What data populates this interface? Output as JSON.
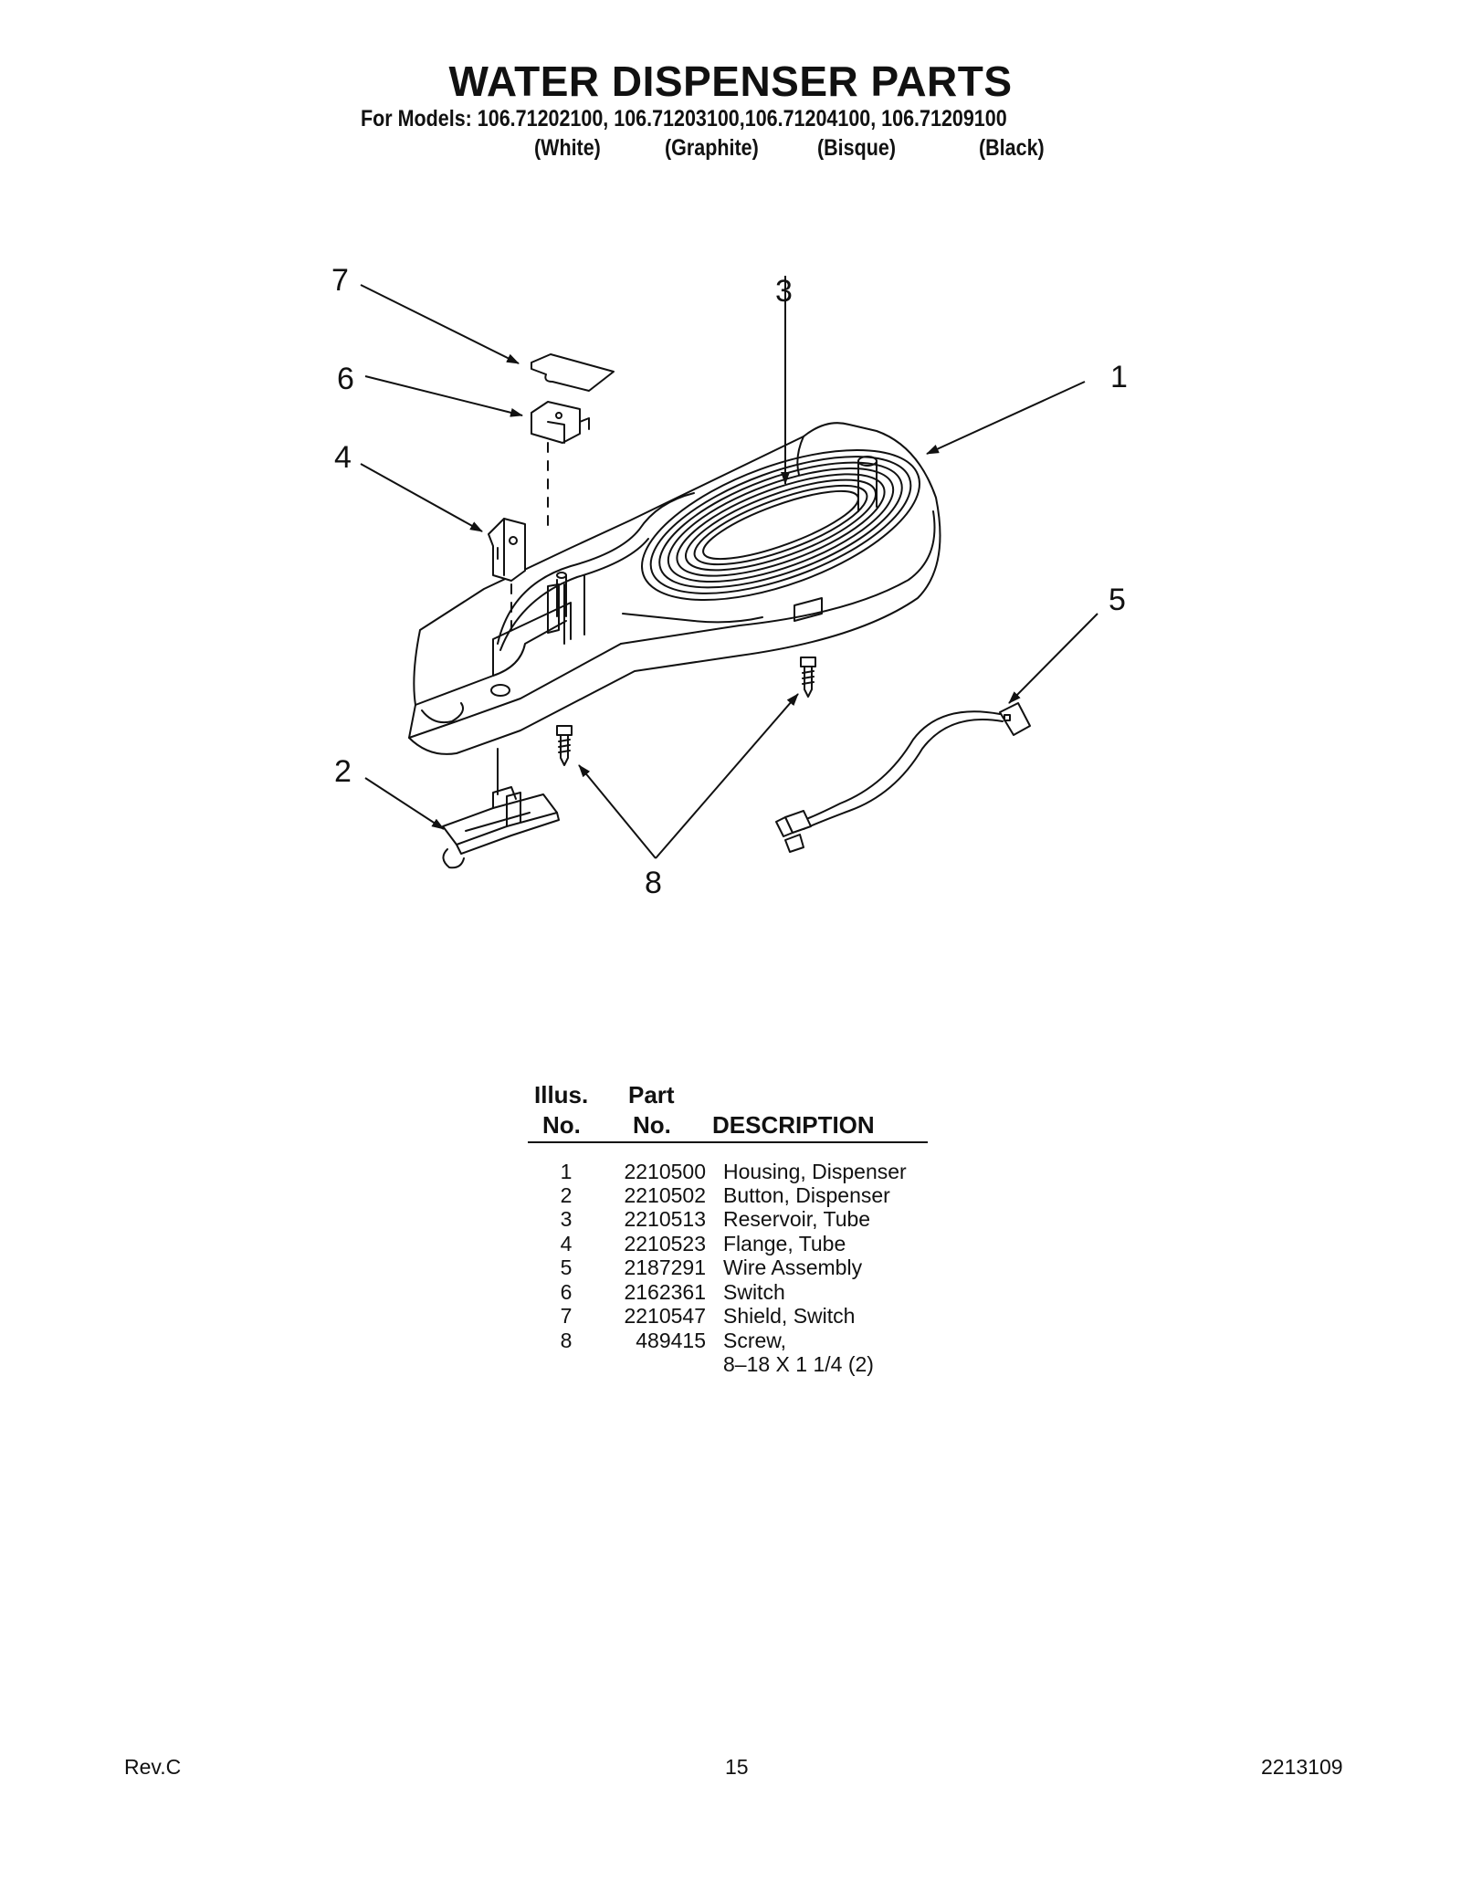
{
  "header": {
    "title": "WATER DISPENSER PARTS",
    "models_line": "For Models: 106.71202100, 106.71203100,106.71204100, 106.71209100",
    "colors": [
      "(White)",
      "(Graphite)",
      "(Bisque)",
      "(Black)"
    ]
  },
  "diagram": {
    "callouts": [
      "7",
      "3",
      "6",
      "1",
      "4",
      "5",
      "2",
      "8"
    ]
  },
  "parts_table": {
    "headers": {
      "illus_top": "Illus.",
      "illus_bottom": "No.",
      "part_top": "Part",
      "part_bottom": "No.",
      "description": "DESCRIPTION"
    },
    "rows": [
      {
        "illus": "1",
        "part": "2210500",
        "description": "Housing, Dispenser"
      },
      {
        "illus": "2",
        "part": "2210502",
        "description": "Button, Dispenser"
      },
      {
        "illus": "3",
        "part": "2210513",
        "description": "Reservoir, Tube"
      },
      {
        "illus": "4",
        "part": "2210523",
        "description": "Flange, Tube"
      },
      {
        "illus": "5",
        "part": "2187291",
        "description": "Wire Assembly"
      },
      {
        "illus": "6",
        "part": "2162361",
        "description": "Switch"
      },
      {
        "illus": "7",
        "part": "2210547",
        "description": "Shield, Switch"
      },
      {
        "illus": "8",
        "part": "489415",
        "description": "Screw,"
      },
      {
        "illus": "",
        "part": "",
        "description": "8–18 X 1 1/4 (2)"
      }
    ]
  },
  "footer": {
    "revision": "Rev.C",
    "page_number": "15",
    "document_number": "2213109"
  }
}
